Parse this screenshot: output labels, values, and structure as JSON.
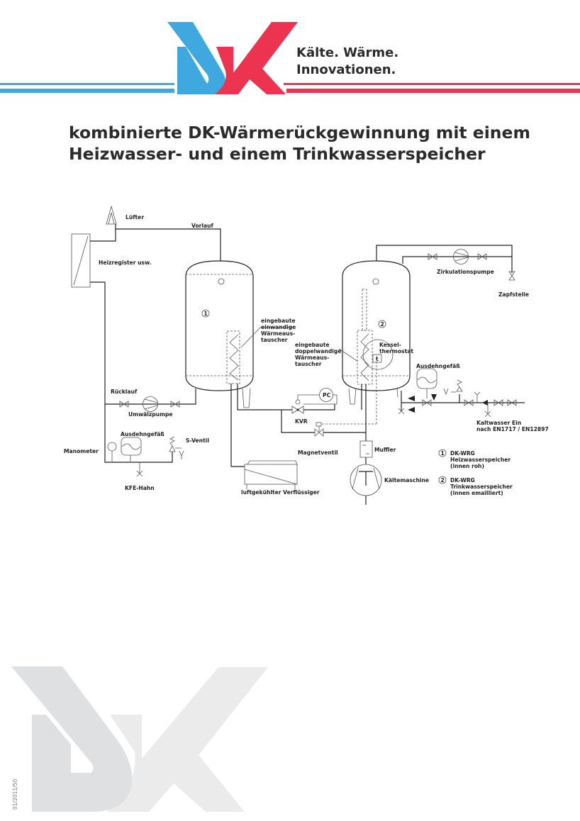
{
  "header": {
    "logo_text": "DK",
    "tagline_line1": "Kälte. Wärme.",
    "tagline_line2": "Innovationen.",
    "colors": {
      "blue": "#3fa9df",
      "red": "#ec3350",
      "grey": "#e1e2e4"
    }
  },
  "title": {
    "line1": "kombinierte DK-Wärmerückgewinnung mit einem",
    "line2": "Heizwasser- und einem Trinkwasserspeicher"
  },
  "diagram": {
    "luefter": "Lüfter",
    "vorlauf": "Vorlauf",
    "heizregister": "Heizregister usw.",
    "ruecklauf": "Rücklauf",
    "umwaelzpumpe": "Umwälzpumpe",
    "ausdehngefaess_left": "Ausdehngefäß",
    "s_ventil": "S-Ventil",
    "manometer": "Manometer",
    "kfe_hahn": "KFE-Hahn",
    "tank1_number": "1",
    "tank2_number": "2",
    "hx1_label": [
      "eingebaute",
      "einwandige",
      "Wärmeaus-",
      "tauscher"
    ],
    "hx2_label": [
      "eingebaute",
      "doppelwandige",
      "Wärmeaus-",
      "tauscher"
    ],
    "kesselthermostat": [
      "Kessel-",
      "thermostat"
    ],
    "thermostat_symbol": "t",
    "pc": "PC",
    "kvr": "KVR",
    "magnetventil": "Magnetventil",
    "verfluessiger": "luftgekühlter Verflüssiger",
    "muffler": "Muffler",
    "kaeltemaschine": "Kältemaschine",
    "zirkulationspumpe": "Zirkulationspumpe",
    "zapfstelle": "Zapfstelle",
    "ausdehngefaess_right": "Ausdehngefäß",
    "kaltwasser": [
      "Kaltwasser Ein",
      "nach EN1717 / EN12897"
    ]
  },
  "legend": [
    {
      "number": "1",
      "lines": [
        "DK-WRG",
        "Heizwasserspeicher",
        "(innen roh)"
      ]
    },
    {
      "number": "2",
      "lines": [
        "DK-WRG",
        "Trinkwasserspeicher",
        "(innen emailliert)"
      ]
    }
  ],
  "footer": {
    "doc_code": "01/2011/50"
  }
}
